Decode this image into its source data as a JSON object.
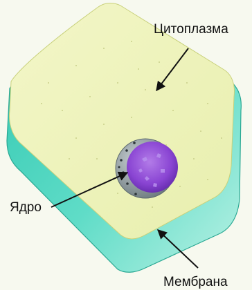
{
  "labels": {
    "cytoplasm": "Цитоплазма",
    "nucleus": "Ядро",
    "membrane": "Мембрана"
  },
  "colors": {
    "background": "#f7f9ef",
    "cytoplasm": "#eef3b6",
    "membrane": "#4fd2bf",
    "nucleus": "#8e4fd6",
    "nuclear_envelope": "#8f9b9f"
  }
}
